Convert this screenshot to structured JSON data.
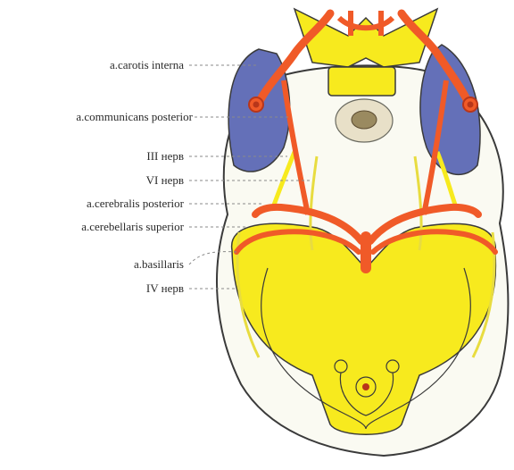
{
  "labels": {
    "carotis_interna": "a.carotis interna",
    "communicans_posterior": "a.communicans posterior",
    "nerve_iii": "III нерв",
    "nerve_vi": "VI нерв",
    "cerebralis_posterior": "a.cerebralis posterior",
    "cerebellaris_superior": "a.cerebellaris superior",
    "basillaris": "a.basillaris",
    "nerve_iv": "IV нерв"
  },
  "colors": {
    "artery": "#f05a28",
    "artery_dark": "#b8361a",
    "nerve": "#f7ea1e",
    "brain_surface": "#fafaf2",
    "temporal_lobe": "#6470b8",
    "outline": "#3a3a3a"
  }
}
